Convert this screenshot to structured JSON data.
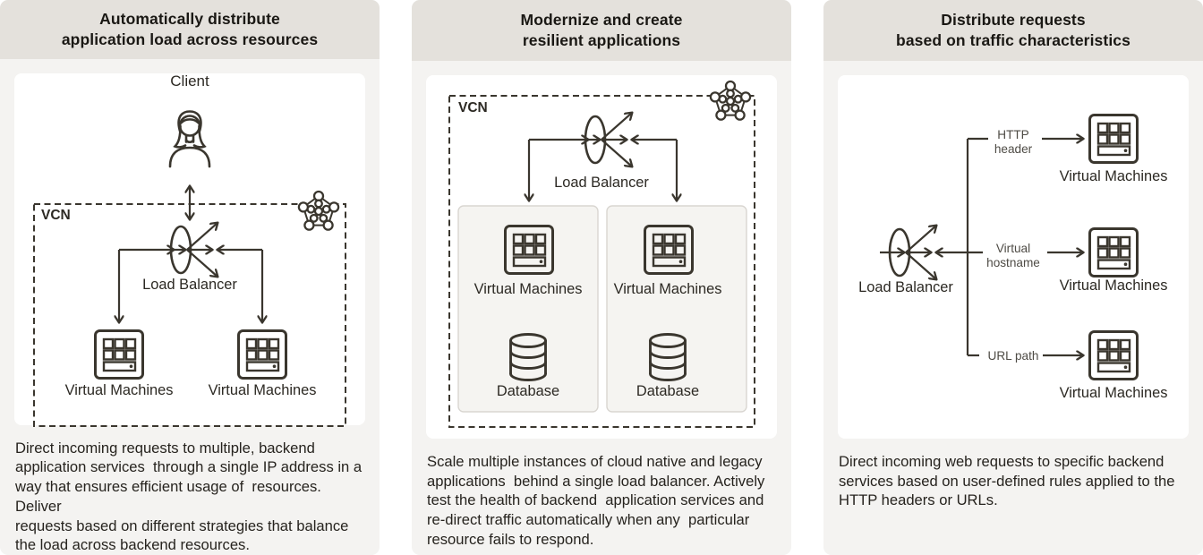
{
  "panels": [
    {
      "id": "automatic-distribution",
      "title": "Automatically distribute\napplication load across resources",
      "diagram": {
        "client_label": "Client",
        "vcn_label": "VCN",
        "load_balancer_label": "Load Balancer",
        "vm_left_label": "Virtual Machines",
        "vm_right_label": "Virtual Machines"
      },
      "description": "Direct incoming requests to multiple, backend\napplication services  through a single IP address in a\nway that ensures efficient usage of  resources. Deliver\nrequests based on different strategies that balance\nthe load across backend resources."
    },
    {
      "id": "modernize-resilient",
      "title": "Modernize and create\nresilient applications",
      "diagram": {
        "vcn_label": "VCN",
        "load_balancer_label": "Load Balancer",
        "vm_left_label": "Virtual Machines",
        "vm_right_label": "Virtual Machines",
        "db_left_label": "Database",
        "db_right_label": "Database"
      },
      "description": "Scale multiple instances of cloud native and legacy\napplications  behind a single load balancer. Actively\ntest the health of backend  application services and\nre-direct traffic automatically when any  particular\nresource fails to respond."
    },
    {
      "id": "traffic-routing",
      "title": "Distribute requests\nbased on traffic characteristics",
      "diagram": {
        "load_balancer_label": "Load Balancer",
        "rule_http_header_label": "HTTP\nheader",
        "rule_virtual_hostname_label": "Virtual\nhostname",
        "rule_url_path_label": "URL path",
        "vm_top_label": "Virtual Machines",
        "vm_middle_label": "Virtual Machines",
        "vm_bottom_label": "Virtual Machines"
      },
      "description": "Direct incoming web requests to specific backend\nservices based on user-defined rules applied to the\nHTTP headers or URLs."
    }
  ],
  "icons": {
    "client": "person-icon",
    "vcn": "pentagon-network-icon",
    "load_balancer": "load-balancer-arrows-icon",
    "virtual_machines": "vm-grid-icon",
    "database": "database-cylinder-icon"
  },
  "colors": {
    "title_band": "#e4e1dc",
    "panel_background": "#f4f3f1",
    "card_background": "#ffffff",
    "diagram_stroke": "#3a362e",
    "text": "#26231e",
    "rule_label_text": "#4e4b45",
    "subnet_box_fill": "#f5f4f1",
    "subnet_box_border": "#d9d6d1"
  }
}
